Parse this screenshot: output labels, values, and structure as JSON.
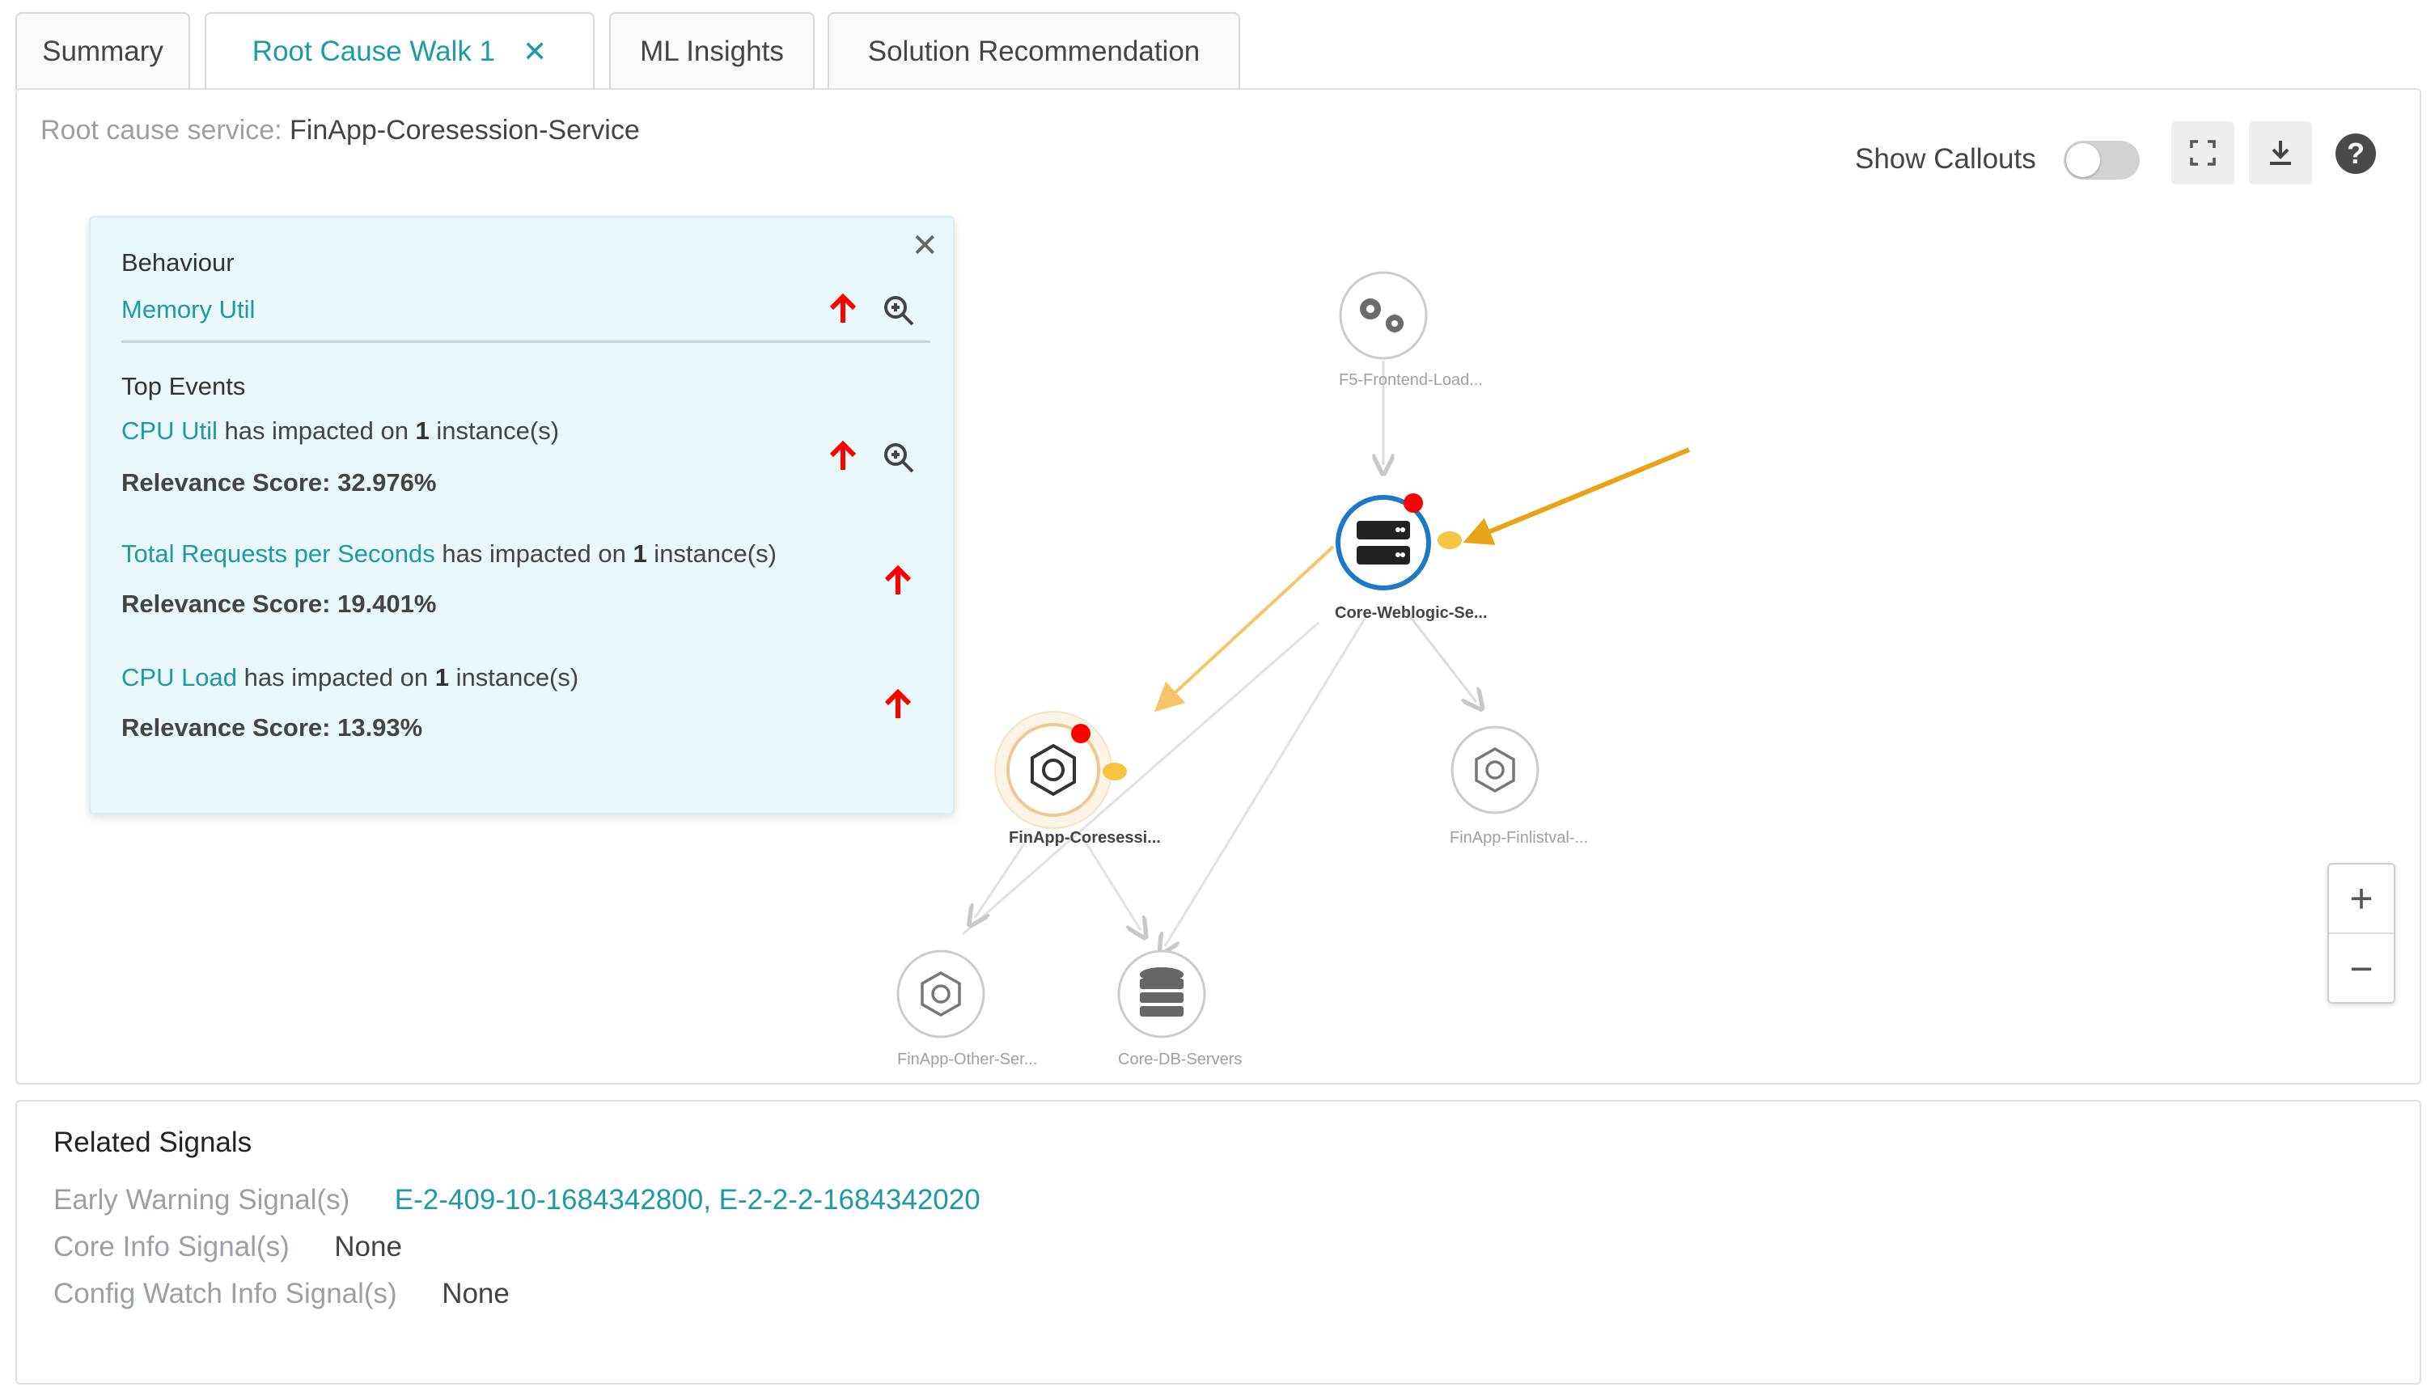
{
  "tabs": [
    {
      "label": "Summary",
      "active": false
    },
    {
      "label": "Root Cause Walk 1",
      "active": true,
      "closable": true
    },
    {
      "label": "ML Insights",
      "active": false
    },
    {
      "label": "Solution Recommendation",
      "active": false
    }
  ],
  "header": {
    "root_cause_label": "Root cause service:",
    "root_cause_value": "FinApp-Coresession-Service",
    "show_callouts_label": "Show Callouts",
    "show_callouts_on": false
  },
  "popup": {
    "behaviour_title": "Behaviour",
    "behaviour_metric": "Memory Util",
    "top_events_title": "Top Events",
    "events": [
      {
        "metric": "CPU Util",
        "text_a": " has impacted on ",
        "count": "1",
        "text_b": " instance(s)",
        "score": "Relevance Score: 32.976%"
      },
      {
        "metric": "Total Requests per Seconds",
        "text_a": " has impacted on ",
        "count": "1",
        "text_b": " instance(s)",
        "score": "Relevance Score: 19.401%"
      },
      {
        "metric": "CPU Load",
        "text_a": " has impacted on ",
        "count": "1",
        "text_b": " instance(s)",
        "score": "Relevance Score: 13.93%"
      }
    ]
  },
  "nodes": {
    "f5": "F5-Frontend-Load...",
    "weblogic": "Core-Weblogic-Se...",
    "coresession": "FinApp-Coresessi...",
    "finistval": "FinApp-Finlistval-...",
    "other": "FinApp-Other-Ser...",
    "db": "Core-DB-Servers"
  },
  "zoom": {
    "in": "+",
    "out": "−"
  },
  "signals": {
    "title": "Related Signals",
    "early_label": "Early Warning Signal(s)",
    "early_values": [
      "E-2-409-10-1684342800",
      "E-2-2-2-1684342020"
    ],
    "core_label": "Core Info Signal(s)",
    "core_value": "None",
    "config_label": "Config Watch Info Signal(s)",
    "config_value": "None"
  },
  "colors": {
    "accent": "#1c9aa6",
    "alert": "#ff0000",
    "highlight": "#f0a820",
    "node_border": "#1e78c8"
  }
}
